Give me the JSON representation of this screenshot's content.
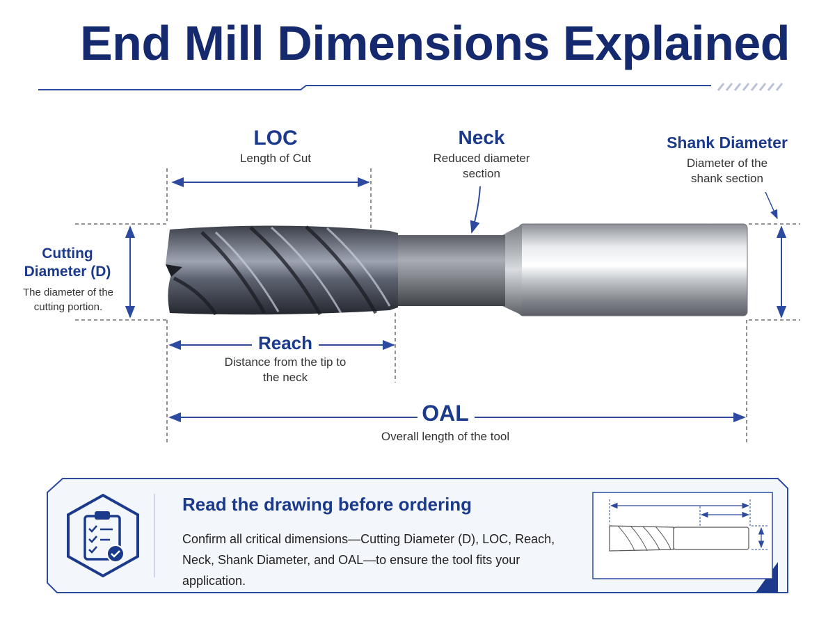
{
  "title": "End Mill Dimensions Explained",
  "labels": {
    "loc": {
      "title": "LOC",
      "sub": "Length of Cut"
    },
    "neck": {
      "title": "Neck",
      "sub": "Reduced diameter section"
    },
    "shank": {
      "title": "Shank Diameter",
      "sub": "Diameter of the shank section"
    },
    "cutting": {
      "title": "Cutting Diameter (D)",
      "sub": "The diameter of the cutting portion."
    },
    "reach": {
      "title": "Reach",
      "sub": "Distance from the tip to the neck"
    },
    "oal": {
      "title": "OAL",
      "sub": "Overall length of the tool"
    }
  },
  "note": {
    "title": "Read the drawing before ordering",
    "body": "Confirm all critical dimensions—Cutting Diameter (D), LOC, Reach, Neck, Shank Diameter, and OAL—to ensure the tool fits your application."
  },
  "colors": {
    "primary": "#14296e",
    "accent": "#1b3a8c",
    "line": "#2b4aa0"
  },
  "icons": {
    "note_icon": "clipboard-check-icon"
  }
}
